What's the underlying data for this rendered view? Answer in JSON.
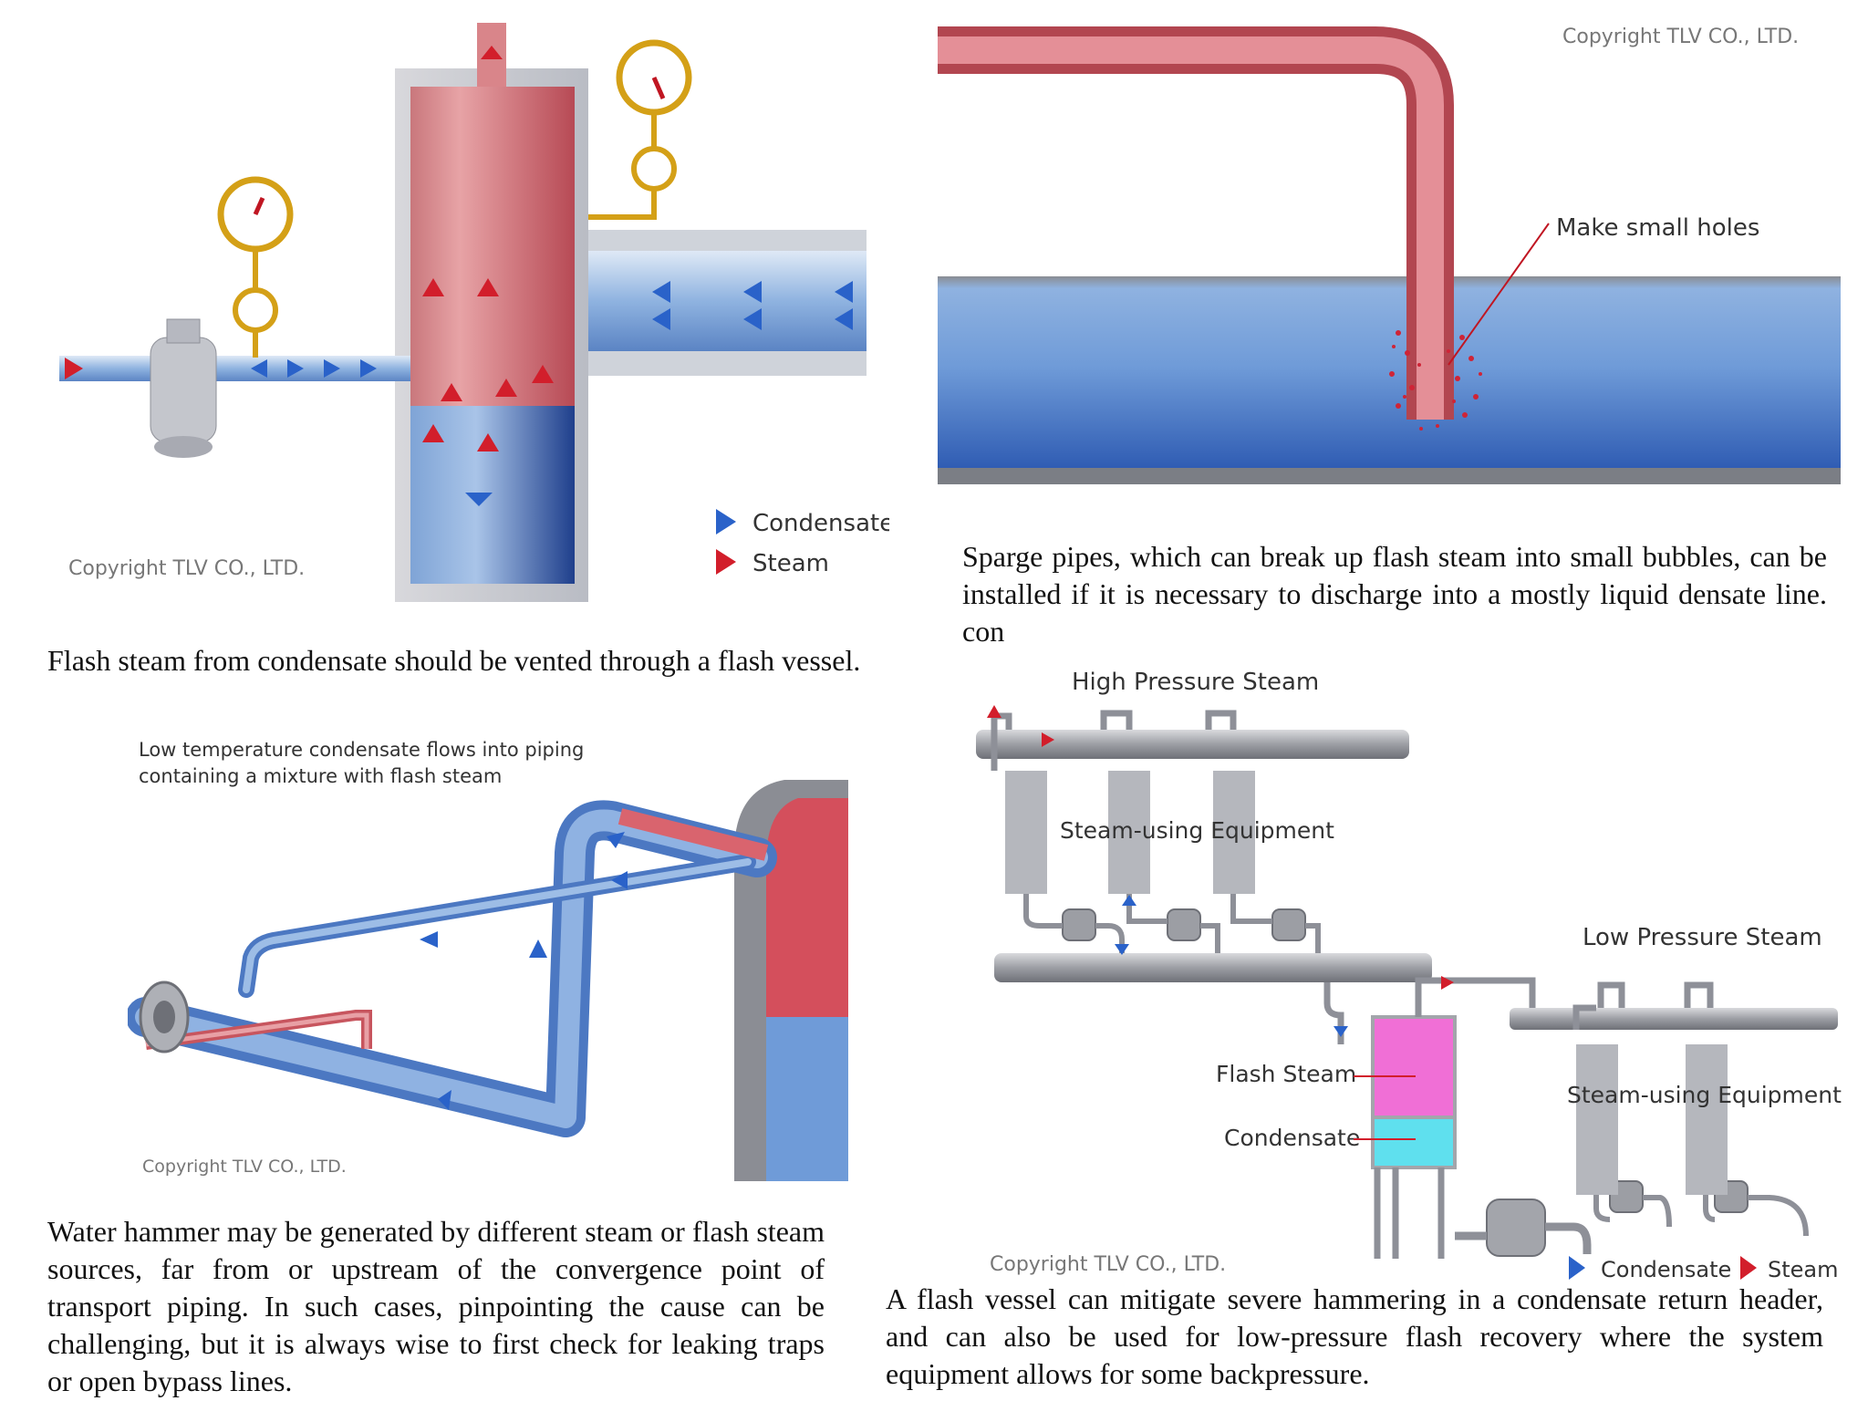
{
  "panel1": {
    "legend": {
      "condensate": "Condensate",
      "steam": "Steam"
    },
    "copyright": "Copyright TLV CO., LTD.",
    "caption": "Flash steam from condensate should be vented through a flash vessel."
  },
  "panel2": {
    "copyright": "Copyright TLV CO., LTD.",
    "annotation": "Make small holes",
    "caption": "Sparge pipes, which can break up flash steam into small bubbles, can be installed if it is necessary to discharge into a mostly liquid densate line. con"
  },
  "panel3": {
    "note_line1": "Low temperature condensate flows into piping",
    "note_line2": "containing a mixture with flash steam",
    "copyright": "Copyright TLV CO., LTD.",
    "caption": "Water hammer may be generated by different steam or flash steam sources, far from or upstream of the convergence point of transport piping. In such cases, pinpointing the cause can be challenging, but it is always wise to first check for leaking traps or open bypass lines."
  },
  "panel4": {
    "high_pressure": "High Pressure Steam",
    "equipment_top": "Steam-using Equipment",
    "low_pressure": "Low Pressure Steam",
    "flash_steam": "Flash Steam",
    "condensate": "Condensate",
    "equipment_bottom": "Steam-using Equipment",
    "copyright": "Copyright TLV CO., LTD.",
    "legend": {
      "condensate": "Condensate",
      "steam": "Steam"
    },
    "caption": "A flash vessel can mitigate severe hammering in a condensate return header, and can also be used for low-pressure flash recovery where the system equipment allows for some backpressure."
  },
  "colors": {
    "steam": "#d9474f",
    "condensate": "#6f9fd8",
    "vessel_pink": "#f06fd6",
    "vessel_cyan": "#5fe0ee",
    "gauge": "#d4a017"
  }
}
